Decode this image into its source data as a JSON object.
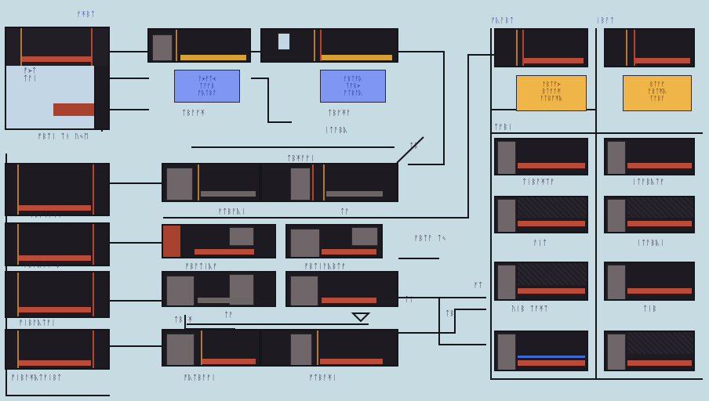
{
  "colors": {
    "background": "#c7dbe2",
    "node_fill": "#1d1a22",
    "wire": "#15151c",
    "stripe_red": "#b94b38",
    "stripe_orange": "#d7a132",
    "note_blue": "#7f97f2",
    "note_orange": "#f0b548",
    "header_text": "#2f45a8"
  },
  "headers": {
    "top_left": "ᚠᛡᛒᛏ",
    "col_right_a": "ᚡᚣᚨᛒᛏ",
    "col_right_b": "ᛁᛒᚨᛏ"
  },
  "notes": {
    "blue_a": "ᚨ᚛ᚠᛏ᚜\nᛏᚨᚠᛒ\nᚡᚣᛏᛒᚨ",
    "blue_b": "ᚨᛒᛏᚠᚣ\nᛏᚠᛒ᚛\nᚠᛏᛒᚨᚣ",
    "orange_a": "ᚨᛒᛏᚠ᚛\nᛒᛏᚠᚨᛡ\nᚨᛏᛒᚠᛡᚣ",
    "orange_b": "ᛒᛏᚨᚠ\nᚨᛒᛏᛡᚣ\nᛏᚠᛒᚨ"
  },
  "labels": {
    "top_left_inner": "ᚡ᚛ᛏ\nᛏᚨᛁ",
    "left_caption": "ᚡᛒᛏᛁ ᛏᛂ   ᚢᛃᛖ",
    "blue_a_caption": "ᛏᛒᚨᚠᛡ",
    "blue_b_caption": "ᛏᛒᚠᛡᚨ",
    "center_top_caption": "ᛁᛏᚨᛒᚣ",
    "mid_caption_a": "ᚠᛏᛒᚨᚣᛁ",
    "mid_caption_b": "ᛏᛒᛡᚨᚠᛁ",
    "side_caption_mid": "ᚠᛒᛏᚨ ᛏᛃ",
    "row3_caption_a": "ᚡᛒᚨᛏᛁᚣᚠ",
    "row3_caption_b": "ᚡᛒᛏᛁᚨᚣᛒᛏᚠ",
    "row4_caption_a": "ᛏᛒᚨᛡ",
    "bottom_caption_a": "ᚡᚣᛏᛒᚨᚠᛁ",
    "bottom_caption_b": "ᚡᛏᛒᚨᛡᛁ",
    "left_row2_caption": "ᛁᛒᚨᛏᚠᛡᛁ",
    "left_row3_caption": "ᚠᛒᚨᚣᛁᛏ ᛒ",
    "left_row4_caption": "ᚡᛁᛒᚨᚣᛏᚠᛁ",
    "left_row5_caption": "ᚡᛁᛒᚨᛡᚣᛏᚠᛁᛒᛏ",
    "right_caption_1": "ᛏᚠᛒᛁ",
    "right_caption_2": "ᛏᛁᛒᚨᛡᛏᚠ",
    "right_caption_3": "ᛁᛏᚨᛒᚣᛏᚠ",
    "right_caption_4": "ᚨᛁᛏ",
    "right_caption_5": "ᛁᛏᚨᛒᚣᛁ",
    "right_caption_6": "ᚢᛁᛒ ᛏᚨᛡᛏ",
    "right_caption_7": "ᛏᛁᛒ",
    "wire_label_1": "ᛏᚨ",
    "wire_label_2": "ᛏᛒ",
    "wire_label_3": "ᚠᛏ",
    "wire_label_4": "ᛏᛁ"
  }
}
